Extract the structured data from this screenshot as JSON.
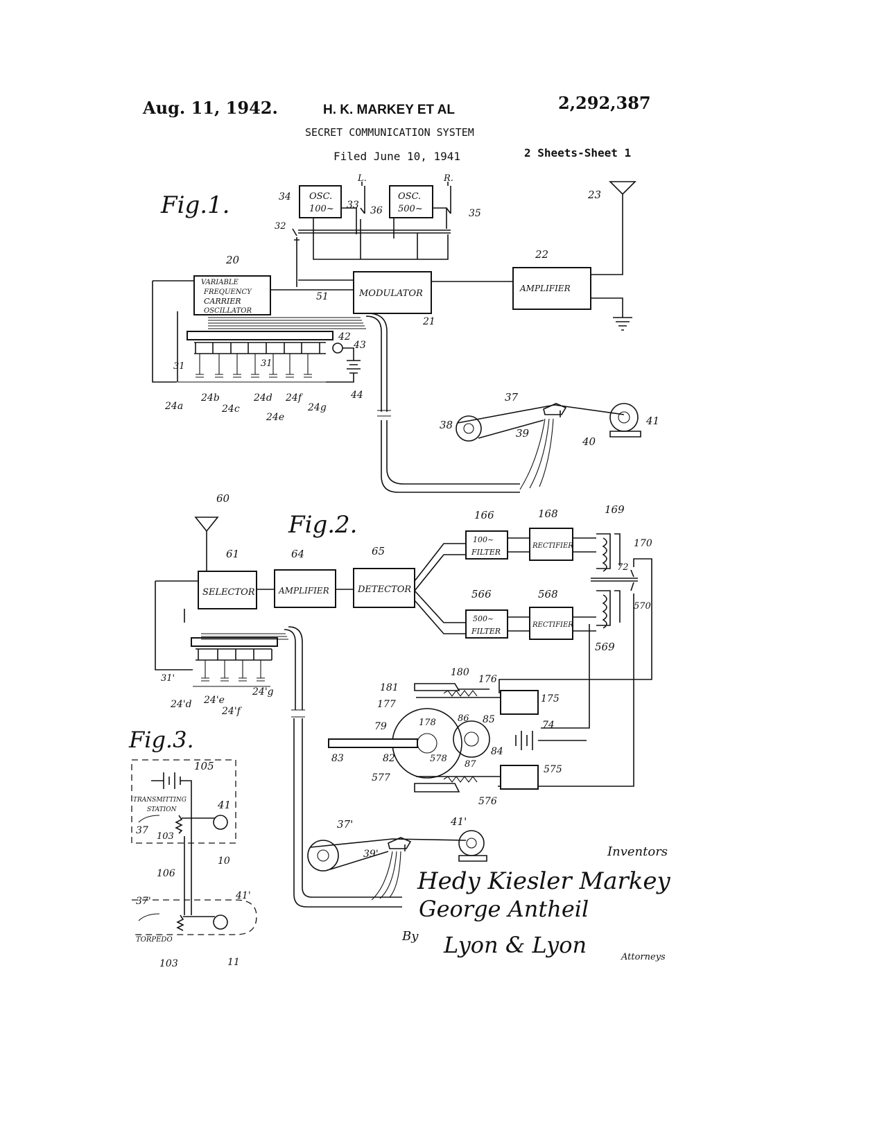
{
  "header": {
    "date": "Aug. 11, 1942.",
    "inventor_short": "H. K. MARKEY ET AL",
    "patent_number": "2,292,387",
    "title": "SECRET COMMUNICATION SYSTEM",
    "filed": "Filed June 10, 1941",
    "sheets": "2 Sheets-Sheet 1"
  },
  "fig1": {
    "label": "Fig.1.",
    "osc_left": [
      "OSC.",
      "100~"
    ],
    "osc_right": [
      "OSC.",
      "500~"
    ],
    "carrier_osc": [
      "VARIABLE",
      "FREQUENCY",
      "CARRIER",
      "OSCILLATOR"
    ],
    "modulator": "MODULATOR",
    "amplifier": "AMPLIFIER",
    "switch_left": "L.",
    "switch_right": "R.",
    "refs": {
      "r34": "34",
      "r33": "33",
      "r36": "36",
      "r35": "35",
      "r32": "32",
      "r23": "23",
      "r20": "20",
      "r22": "22",
      "r51": "51",
      "r21": "21",
      "r42": "42",
      "r43": "43",
      "r31a": "31",
      "r31b": "31",
      "r44": "44",
      "r24a": "24a",
      "r24b": "24b",
      "r24c": "24c",
      "r24d": "24d",
      "r24e": "24e",
      "r24f": "24f",
      "r24g": "24g",
      "r37": "37",
      "r38": "38",
      "r39": "39",
      "r40": "40",
      "r41": "41"
    }
  },
  "fig2": {
    "label": "Fig.2.",
    "selector": "SELECTOR",
    "amplifier": "AMPLIFIER",
    "detector": "DETECTOR",
    "filter_top": [
      "100~",
      "FILTER"
    ],
    "filter_bottom": [
      "500~",
      "FILTER"
    ],
    "rectifier_top": "RECTIFIER",
    "rectifier_bottom": "RECTIFIER",
    "refs": {
      "r60": "60",
      "r61": "61",
      "r64": "64",
      "r65": "65",
      "r166": "166",
      "r168": "168",
      "r169": "169",
      "r170": "170",
      "r72": "72",
      "r566": "566",
      "r568": "568",
      "r570": "570",
      "r569": "569",
      "r31p": "31'",
      "r24pd": "24'd",
      "r24pe": "24'e",
      "r24pf": "24'f",
      "r24pg": "24'g",
      "r180": "180",
      "r181": "181",
      "r176": "176",
      "r175": "175",
      "r177": "177",
      "r178": "178",
      "r86": "86",
      "r85": "85",
      "r79": "79",
      "r74": "74",
      "r83": "83",
      "r82": "82",
      "r578": "578",
      "r87": "87",
      "r84": "84",
      "r577": "577",
      "r575": "575",
      "r576": "576",
      "r37p": "37'",
      "r41p": "41'",
      "r39p": "39'"
    }
  },
  "fig3": {
    "label": "Fig.3.",
    "station": [
      "TRANSMITTING",
      "STATION"
    ],
    "torpedo": "TORPEDO",
    "refs": {
      "r105": "105",
      "r41": "41",
      "r37": "37",
      "r103a": "103",
      "r10": "10",
      "r106": "106",
      "r37p": "37'",
      "r41p": "41'",
      "r103b": "103",
      "r11": "11"
    }
  },
  "signature": {
    "inventors_label": "Inventors",
    "name1": "Hedy Kiesler Markey",
    "name2": "George Antheil",
    "by": "By",
    "attorney_sig": "Lyon & Lyon",
    "attorneys_label": "Attorneys"
  }
}
